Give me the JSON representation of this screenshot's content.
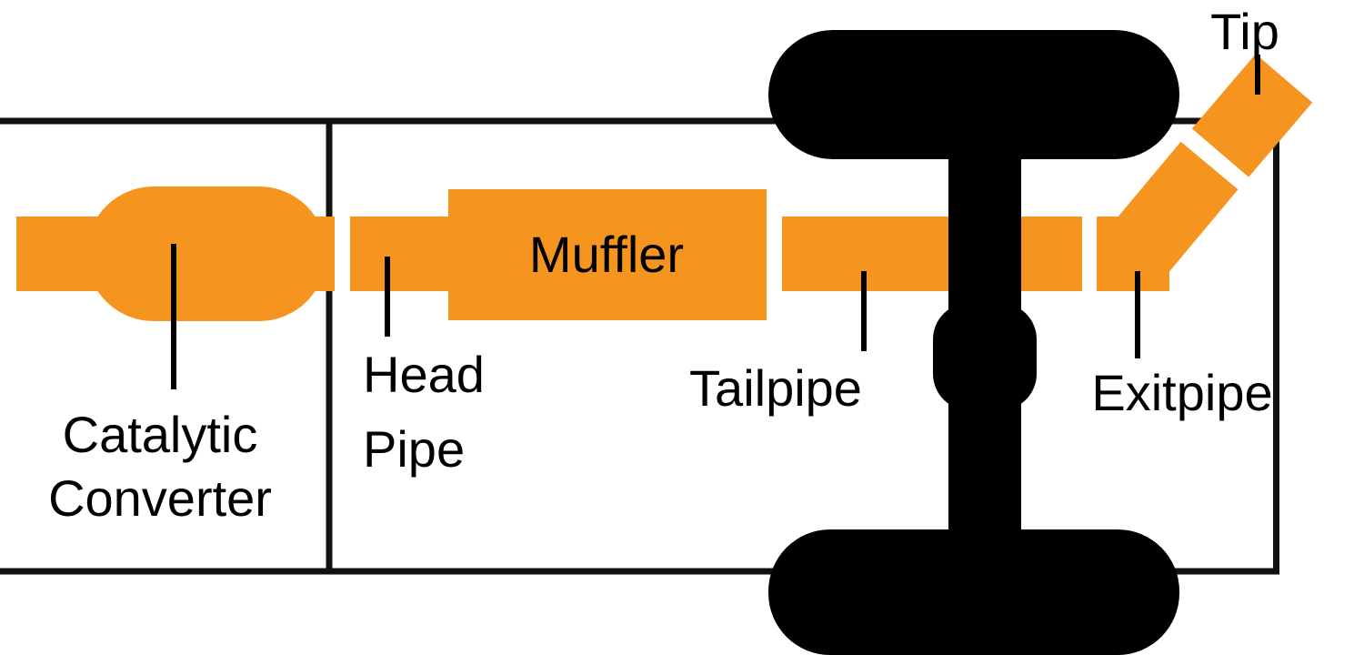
{
  "diagram": {
    "name": "vehicle-exhaust-system-diagram",
    "colors": {
      "pipe": "#F5941F",
      "chassis": "#000000",
      "frame": "#111111",
      "label_text": "#000000",
      "background": "#FFFFFF"
    },
    "labels": {
      "catalytic_line1": "Catalytic",
      "catalytic_line2": "Converter",
      "head_line1": "Head",
      "head_line2": "Pipe",
      "muffler": "Muffler",
      "tailpipe": "Tailpipe",
      "exitpipe": "Exitpipe",
      "tip": "Tip"
    },
    "parts": [
      {
        "id": "catalytic-converter",
        "label": "Catalytic Converter"
      },
      {
        "id": "head-pipe",
        "label": "Head Pipe"
      },
      {
        "id": "muffler",
        "label": "Muffler"
      },
      {
        "id": "tailpipe",
        "label": "Tailpipe"
      },
      {
        "id": "exitpipe",
        "label": "Exitpipe"
      },
      {
        "id": "tip",
        "label": "Tip"
      }
    ]
  }
}
